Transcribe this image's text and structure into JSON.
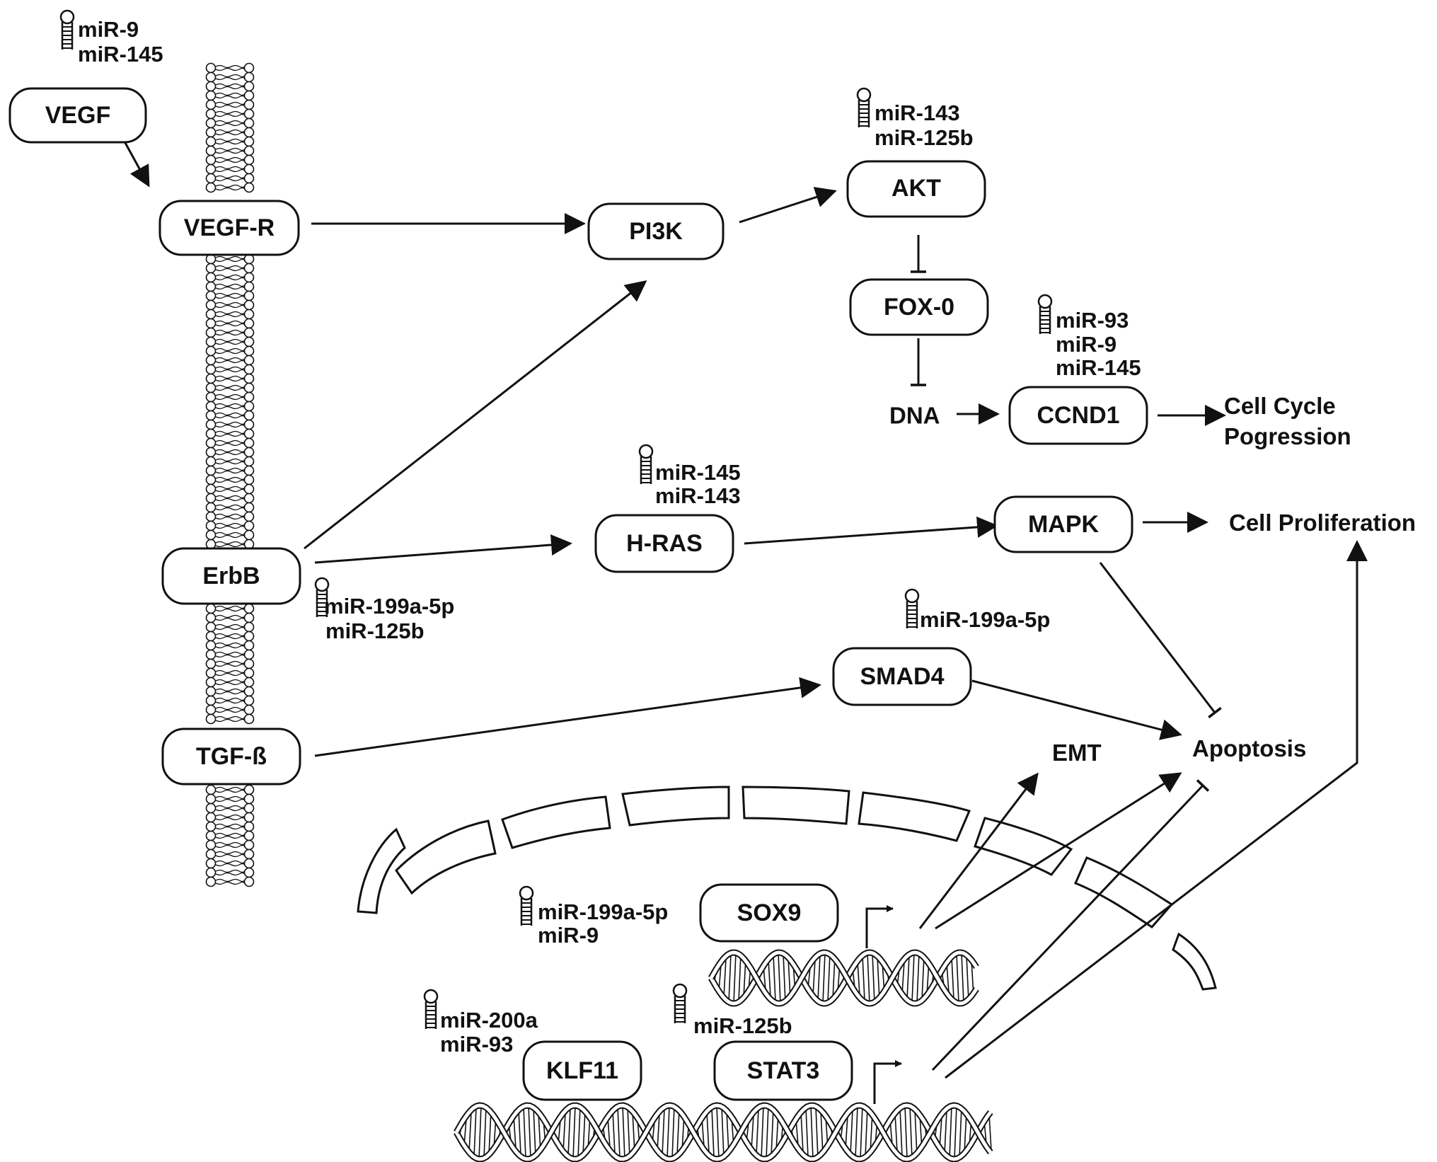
{
  "nodes": {
    "vegf": "VEGF",
    "vegf_r": "VEGF-R",
    "erbb": "ErbB",
    "tgf_b": "TGF-ß",
    "pi3k": "PI3K",
    "akt": "AKT",
    "fox0": "FOX-0",
    "ccnd1": "CCND1",
    "h_ras": "H-RAS",
    "mapk": "MAPK",
    "smad4": "SMAD4",
    "sox9": "SOX9",
    "klf11": "KLF11",
    "stat3": "STAT3"
  },
  "labels": {
    "dna": "DNA",
    "cell_cycle_1": "Cell Cycle",
    "cell_cycle_2": "Pogression",
    "cell_proliferation": "Cell Proliferation",
    "apoptosis": "Apoptosis",
    "emt": "EMT"
  },
  "mirnas": {
    "vegf": [
      "miR-9",
      "miR-145"
    ],
    "akt": [
      "miR-143",
      "miR-125b"
    ],
    "ccnd1": [
      "miR-93",
      "miR-9",
      "miR-145"
    ],
    "h_ras": [
      "miR-145",
      "miR-143"
    ],
    "erbb": [
      "miR-199a-5p",
      "miR-125b"
    ],
    "smad4": [
      "miR-199a-5p"
    ],
    "sox9": [
      "miR-199a-5p",
      "miR-9"
    ],
    "klf11": [
      "miR-200a",
      "miR-93"
    ],
    "stat3": [
      "miR-125b"
    ]
  }
}
